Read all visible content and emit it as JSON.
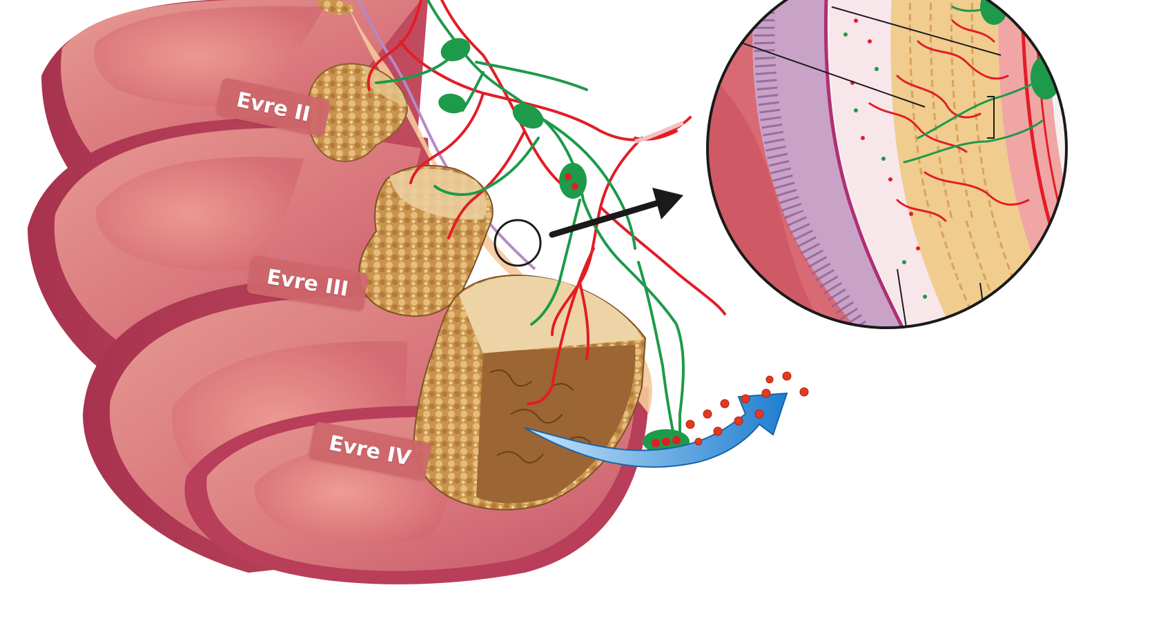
{
  "labels": {
    "evre_2": "Evre II",
    "evre_3": "Evre III",
    "evre_4": "Evre IV"
  },
  "colors": {
    "colon_wall": "#d9777c",
    "colon_dark": "#a8334f",
    "colon_light": "#f1b7a9",
    "tumor": "#c99a55",
    "tumor_dark": "#8b5e2e",
    "blood_vessel": "#e21d26",
    "lymph_vessel": "#1d9a4a",
    "label_background": "#cd666a",
    "magnifier_outline": "#1a1a1a",
    "metastasis_arrow": "#2f8fd8"
  },
  "icons": {
    "zoom_marker": "circle-outline-icon",
    "zoom_arrow": "arrow-right-icon",
    "metastasis_arrow": "curved-arrow-icon"
  }
}
